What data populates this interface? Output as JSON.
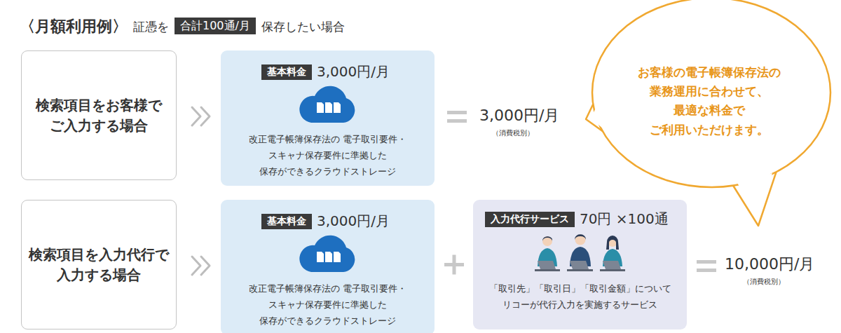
{
  "diagram": {
    "title": "〈月額利用例〉",
    "nodes": [
      {
        "text": [
          "合計100通/月"
        ]
      },
      {
        "text": [
          "検索項目をお客様で ご入力する場合"
        ]
      },
      {
        "text": [
          "3,000円/月",
          "改正電子帳簿保存法の 電子取引要件・スキャナ保存要件に準拠した 保存ができるクラウドストレージ"
        ]
      },
      {
        "text": [
          "基本料金"
        ],
        "in": 2
      },
      {
        "text": [
          "お客様の電子帳簿保存法の 業務運用に合わせて、 最適な料金で ご利用いただけます。"
        ]
      },
      {
        "text": [
          "検索項目を入力代行で 入力する場合"
        ]
      },
      {
        "text": [
          "3,000円/月",
          "改正電子帳簿保存法の 電子取引要件・スキャナ保存要件に準拠した 保存ができるクラウドストレージ"
        ]
      },
      {
        "text": [
          "基本料金"
        ],
        "in": 6
      },
      {
        "text": [
          "70円 ×100通",
          "「取引先」「取引日」「取引金額」について リコーが代行入力を実施するサービス"
        ]
      },
      {
        "text": [
          "入力代行サービス"
        ],
        "in": 8
      }
    ],
    "labels": [
      "証憑を",
      "保存したい場合",
      "3,000円/月",
      "（消費税別）",
      "10,000円/月",
      "（消費税別）"
    ]
  }
}
